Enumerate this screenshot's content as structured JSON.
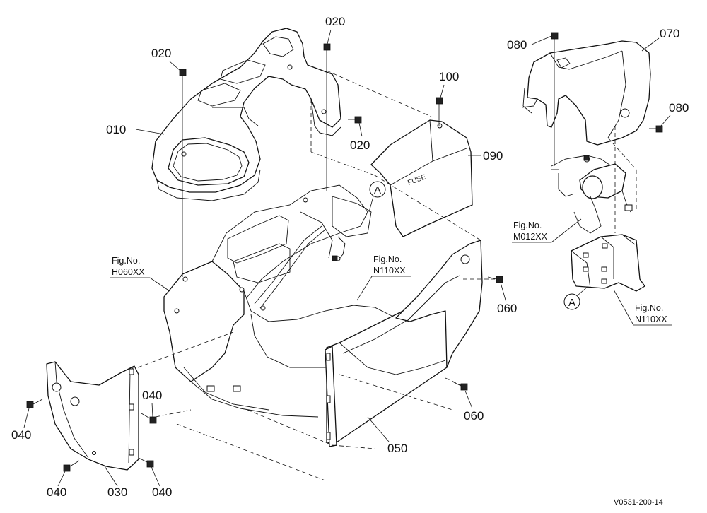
{
  "part_labels": {
    "p010": "010",
    "p020_a": "020",
    "p020_b": "020",
    "p020_c": "020",
    "p030": "030",
    "p040_a": "040",
    "p040_b": "040",
    "p040_c": "040",
    "p040_d": "040",
    "p050": "050",
    "p060_a": "060",
    "p060_b": "060",
    "p070": "070",
    "p080_a": "080",
    "p080_b": "080",
    "p090": "090",
    "p100": "100"
  },
  "fig_refs": {
    "h060_title": "Fig.No.",
    "h060_code": "H060XX",
    "n110_title": "Fig.No.",
    "n110_code": "N110XX",
    "m012_title": "Fig.No.",
    "m012_code": "M012XX",
    "n110b_title": "Fig.No.",
    "n110b_code": "N110XX"
  },
  "callouts": {
    "a_main": "A",
    "a_detail": "A"
  },
  "panel_text": {
    "fuse_label": "FUSE"
  },
  "drawing_code": "V0531-200-14"
}
